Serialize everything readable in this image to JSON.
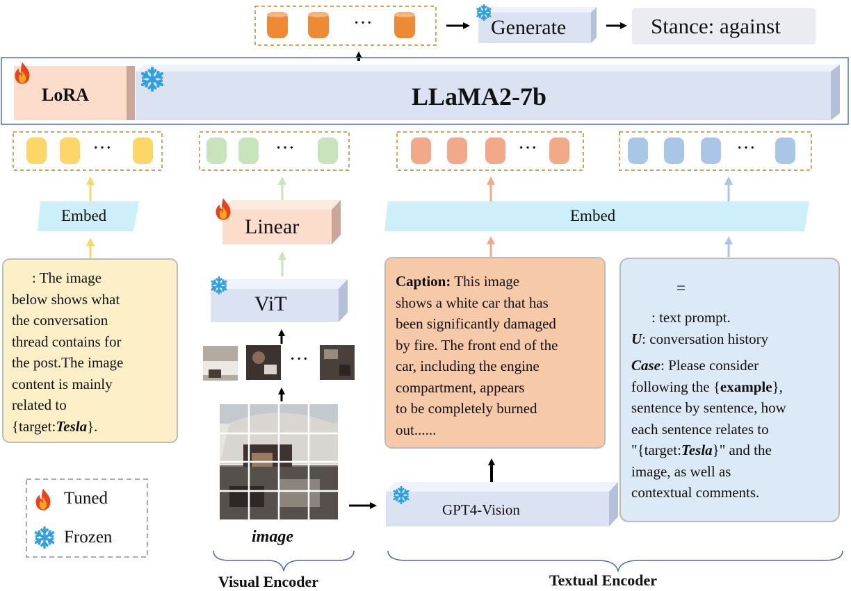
{
  "top": {
    "generate_label": "Generate",
    "stance_label": "Stance: against",
    "ellipsis": "···"
  },
  "llm": {
    "lora_label": "LoRA",
    "model_label": "LLaMA2-7b"
  },
  "embed_left_label": "Embed",
  "embed_right_label": "Embed",
  "linear_label": "Linear",
  "vit_label": "ViT",
  "gpt4v_label": "GPT4-Vision",
  "image_caption": "image",
  "token_ellipsis": "···",
  "prompt_box": {
    "lines": [
      ": The image",
      "below shows what",
      "the conversation",
      "thread contains for",
      "the post.The image",
      "content is mainly",
      "related to"
    ],
    "target_prefix": "{target:",
    "target_value": "Tesla",
    "target_suffix": "}."
  },
  "caption_box": {
    "heading": "Caption:",
    "first_line": " This image",
    "lines": [
      "shows a white car that has",
      "been significantly damaged",
      "by fire. The front end of the",
      "car, including the engine",
      "compartment, appears",
      "to be completely burned",
      "out......"
    ]
  },
  "info_box": {
    "equals": "=",
    "p_desc": ": text prompt.",
    "u_key": "U",
    "u_desc": ": conversation history",
    "case_key": "Case",
    "case_first": ": Please consider",
    "following_prefix": "following the {",
    "example_word": "example",
    "following_suffix": "},",
    "line3": "sentence by sentence, how",
    "line4": "each sentence relates to",
    "target_prefix": "\"{target:",
    "target_value": "Tesla",
    "target_suffix": "}\" and the",
    "line6": "image, as well as",
    "line7": "contextual comments."
  },
  "legend": {
    "tuned_label": "Tuned",
    "frozen_label": "Frozen"
  },
  "section_labels": {
    "visual": "Visual Encoder",
    "textual": "Textual Encoder"
  },
  "colors": {
    "orange_token": "#ee8a33",
    "yellow_token": "#fcd667",
    "green_token": "#c7e4bd",
    "salmon_token": "#f1a98a",
    "blue_token": "#a9c6e6",
    "frozen_block": "#dbe3f3",
    "tuned_block": "#fcdcca",
    "embed_fill": "#cdeff9",
    "prompt_fill": "#fdf0c8",
    "caption_fill": "#f6c9a9",
    "info_fill": "#dce9f6",
    "dashed": "#b08a3a"
  }
}
